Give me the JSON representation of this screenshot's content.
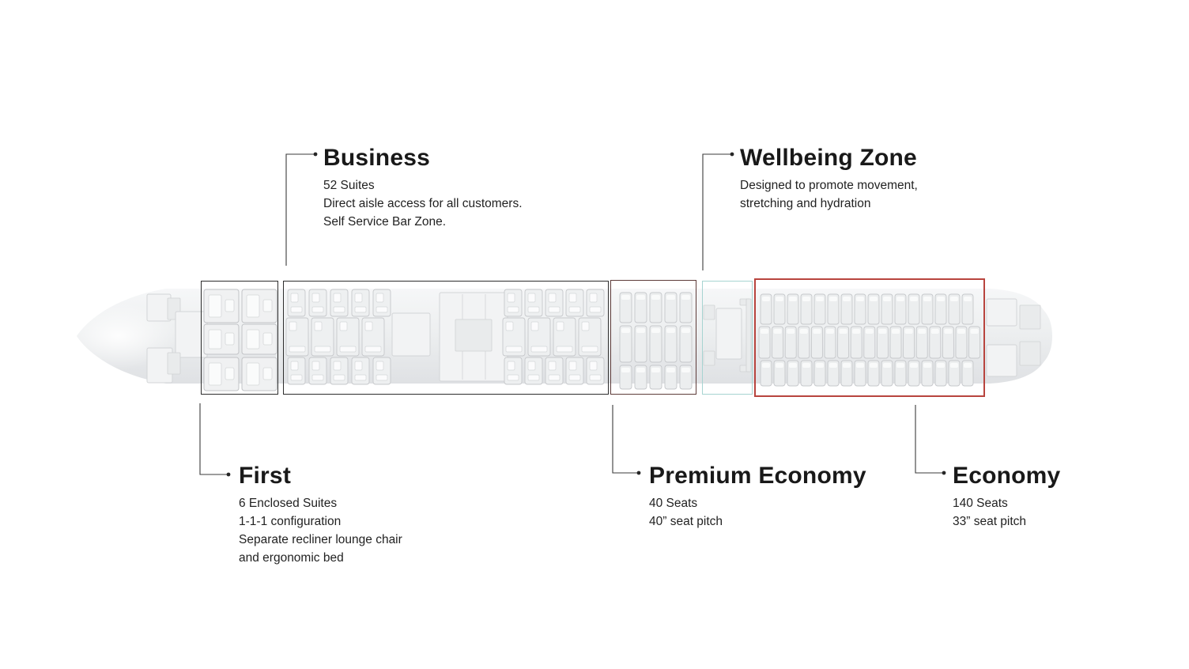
{
  "page": {
    "background": "#ffffff"
  },
  "labels": {
    "business": {
      "title": "Business",
      "lines": [
        "52 Suites",
        "Direct aisle access for all customers.",
        "Self Service Bar Zone."
      ]
    },
    "wellbeing": {
      "title": "Wellbeing Zone",
      "lines": [
        "Designed to promote movement,",
        "stretching and hydration"
      ]
    },
    "first": {
      "title": "First",
      "lines": [
        "6 Enclosed Suites",
        "1-1-1 configuration",
        "Separate recliner lounge chair",
        "and ergonomic bed"
      ]
    },
    "premium_economy": {
      "title": "Premium Economy",
      "lines": [
        "40 Seats",
        "40” seat pitch"
      ]
    },
    "economy": {
      "title": "Economy",
      "lines": [
        "140 Seats",
        "33” seat pitch"
      ]
    }
  },
  "zones": {
    "first": {
      "name": "First",
      "outline_color": "#2d2d2d"
    },
    "business": {
      "name": "Business",
      "outline_color": "#2d2d2d"
    },
    "premium_economy": {
      "name": "Premium Economy",
      "outline_color": "#5e3c3a"
    },
    "wellbeing": {
      "name": "Wellbeing Zone",
      "outline_color": "#a7d4d1"
    },
    "economy": {
      "name": "Economy",
      "outline_color": "#b8443e"
    }
  },
  "leader_line_color": "#3b3b3b"
}
